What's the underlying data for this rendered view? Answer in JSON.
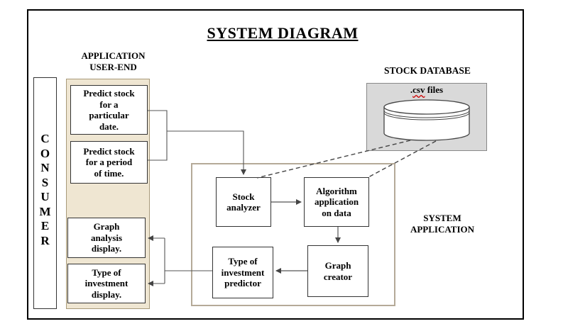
{
  "title": "SYSTEM DIAGRAM",
  "app_user_end": {
    "heading_line1": "APPLICATION",
    "heading_line2": "USER-END",
    "predict_date": [
      "Predict stock",
      "for a",
      "particular",
      "date."
    ],
    "predict_period": [
      "Predict stock",
      "for a period",
      "of time."
    ],
    "graph_display": [
      "Graph",
      "analysis",
      "display."
    ],
    "investment_display": [
      "Type of",
      "investment",
      "display."
    ]
  },
  "consumer": {
    "letters": [
      "C",
      "O",
      "N",
      "S",
      "U",
      "M",
      "E",
      "R"
    ]
  },
  "stock_database": {
    "heading": "STOCK DATABASE",
    "csv_prefix": ".",
    "csv_word": "csv",
    "csv_suffix": " files"
  },
  "system_application": {
    "label_line1": "SYSTEM",
    "label_line2": "APPLICATION",
    "stock_analyzer": [
      "Stock",
      "analyzer"
    ],
    "algorithm": [
      "Algorithm",
      "application",
      "on data"
    ],
    "graph_creator": [
      "Graph",
      "creator"
    ],
    "investment_predictor": [
      "Type of",
      "investment",
      "predictor"
    ]
  },
  "colors": {
    "app_panel": "#efe6d2",
    "db_panel": "#d9d9d9",
    "sys_border": "#b5aa98",
    "line": "#555555"
  }
}
